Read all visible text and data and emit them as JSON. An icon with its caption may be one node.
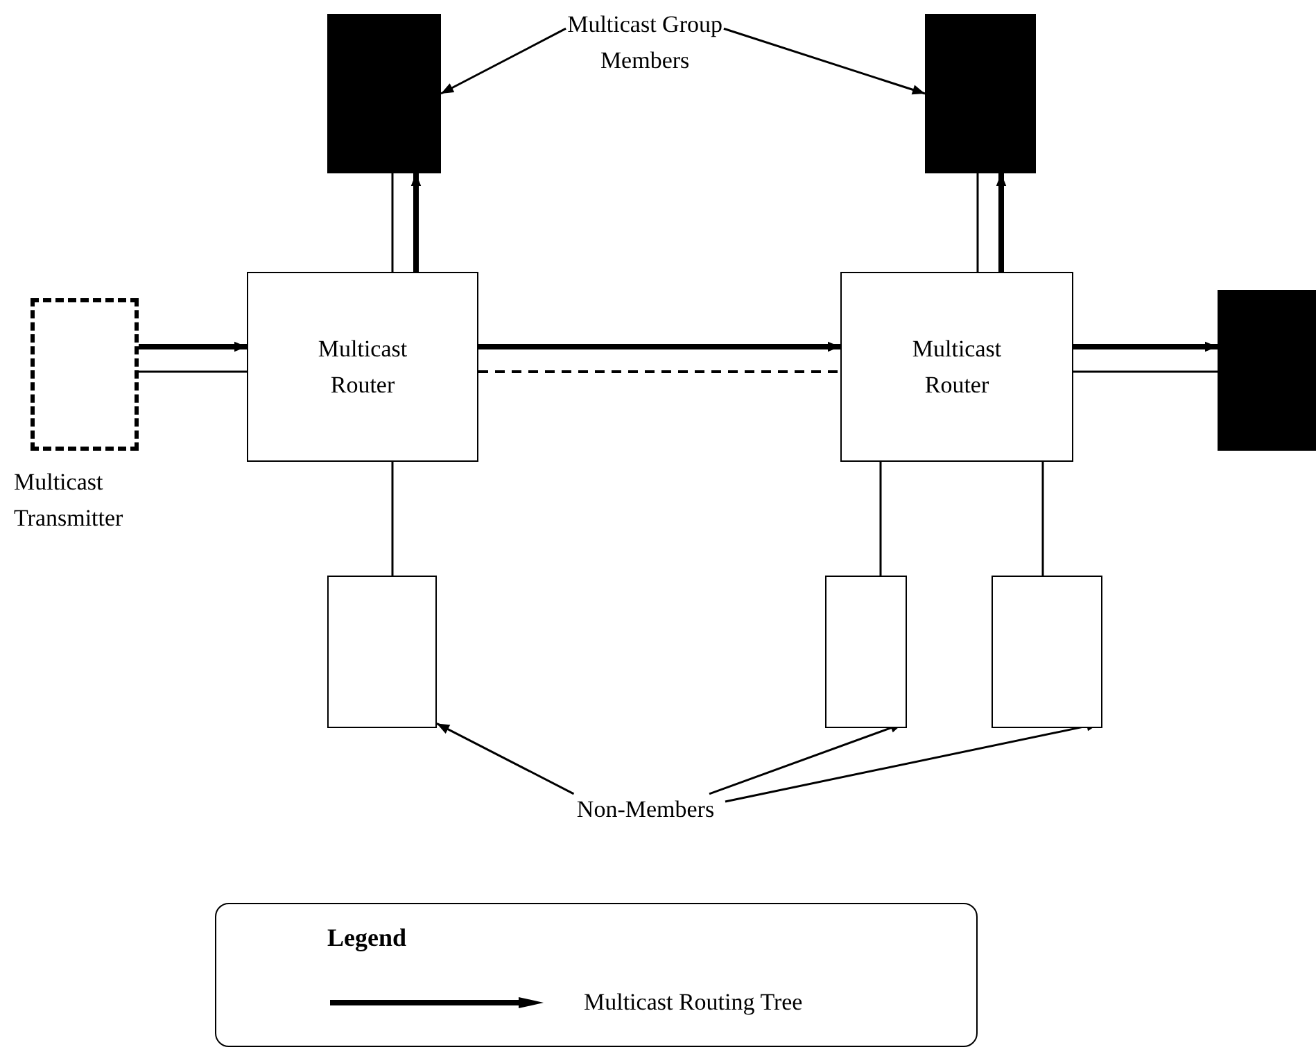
{
  "diagram": {
    "nodes": [
      {
        "text": [],
        "shape": "box"
      },
      {
        "text": [],
        "shape": "box"
      },
      {
        "text": [],
        "shape": "box"
      },
      {
        "text": [
          "Multicast Transmitter"
        ]
      },
      {
        "text": [
          "Multicast Router"
        ]
      },
      {
        "text": [
          "Multicast Router"
        ]
      },
      {
        "text": [],
        "shape": "box"
      },
      {
        "text": [],
        "shape": "box"
      },
      {
        "text": [],
        "shape": "box"
      },
      {
        "text": [
          "Multicast Group Members"
        ]
      },
      {
        "text": [
          "Non-Members"
        ]
      }
    ],
    "edges": [
      {
        "from": 3,
        "to": 4,
        "arrow": "to",
        "style": "thick"
      },
      {
        "from": 3,
        "to": 4,
        "arrow": "none"
      },
      {
        "from": 4,
        "to": 5,
        "arrow": "to",
        "style": "thick"
      },
      {
        "from": 4,
        "to": 5,
        "arrow": "none",
        "style": "dashed"
      },
      {
        "from": 5,
        "to": 2,
        "arrow": "to",
        "style": "thick"
      },
      {
        "from": 5,
        "to": 2,
        "arrow": "none"
      },
      {
        "from": 4,
        "to": 0,
        "arrow": "none"
      },
      {
        "from": 4,
        "to": 0,
        "arrow": "to",
        "style": "thick"
      },
      {
        "from": 5,
        "to": 1,
        "arrow": "none"
      },
      {
        "from": 5,
        "to": 1,
        "arrow": "to",
        "style": "thick"
      },
      {
        "from": 4,
        "to": 6,
        "arrow": "none"
      },
      {
        "from": 5,
        "to": 7,
        "arrow": "none"
      },
      {
        "from": 5,
        "to": 8,
        "arrow": "none"
      },
      {
        "from": 9,
        "to": 0,
        "arrow": "to"
      },
      {
        "from": 9,
        "to": 1,
        "arrow": "to"
      },
      {
        "from": 10,
        "to": 6,
        "arrow": "to"
      },
      {
        "from": 10,
        "to": 7,
        "arrow": "to"
      },
      {
        "from": 10,
        "to": 8,
        "arrow": "to"
      }
    ],
    "labels": [
      "Legend"
    ],
    "legend": [
      {
        "text": "Multicast Routing Tree"
      }
    ]
  }
}
